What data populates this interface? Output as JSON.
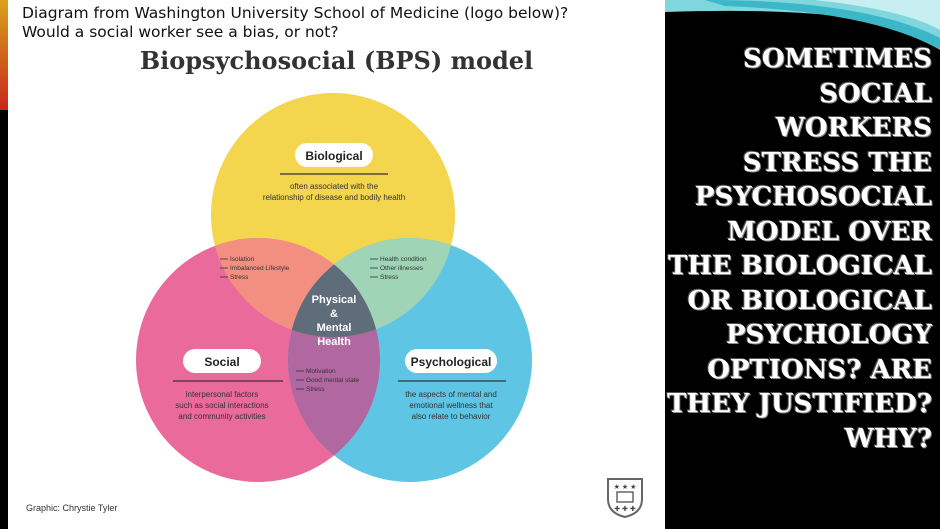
{
  "question": {
    "line1": "Diagram from Washington University School of Medicine (logo below)?",
    "line2": "Would a social worker see a bias, or not?"
  },
  "diagram": {
    "title": "Biopsychosocial (BPS) model",
    "biological": {
      "label": "Biological",
      "desc1": "often associated with the",
      "desc2": "relationship of disease and bodily health"
    },
    "social": {
      "label": "Social",
      "desc1": "interpersonal factors",
      "desc2": "such as social interactions",
      "desc3": "and community activities"
    },
    "psychological": {
      "label": "Psychological",
      "desc1": "the aspects of mental and",
      "desc2": "emotional wellness that",
      "desc3": "also relate to behavior"
    },
    "bio_social": [
      "Isolation",
      "Imbalanced Lifestyle",
      "Stress"
    ],
    "bio_psych": [
      "Health condition",
      "Other illnesses",
      "Stress"
    ],
    "social_psych": [
      "Motivation",
      "Good mental state",
      "Stress"
    ],
    "center": [
      "Physical",
      "&",
      "Mental",
      "Health"
    ],
    "credit": "Graphic: Chrystie Tyler",
    "colors": {
      "biological": "#f3d54e",
      "social": "#ea6a9c",
      "psychological": "#5ec5e4",
      "center": "#5f6d7a"
    }
  },
  "side_text": "Sometimes social workers stress the psychosocial model over the biological or biological psychology options? Are they justified? Why?"
}
